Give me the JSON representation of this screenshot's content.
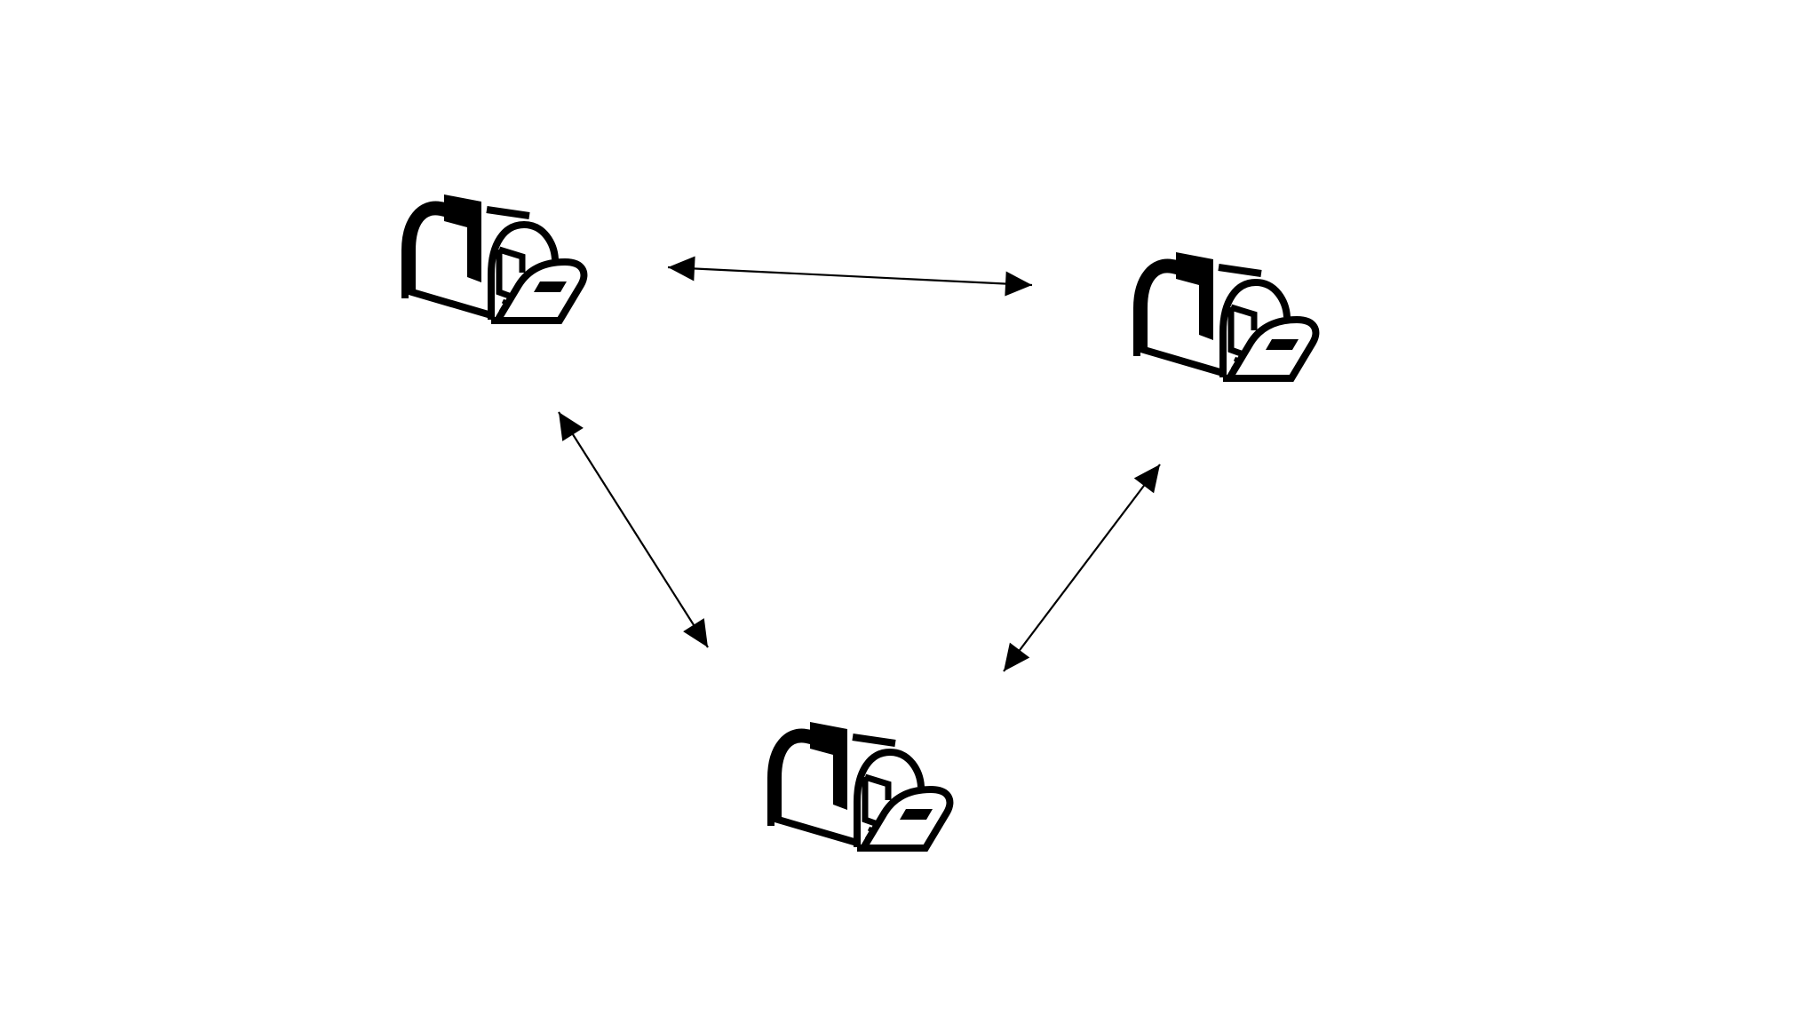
{
  "diagram": {
    "nodes": [
      {
        "id": "mailbox-top-left",
        "icon": "mailbox-icon"
      },
      {
        "id": "mailbox-top-right",
        "icon": "mailbox-icon"
      },
      {
        "id": "mailbox-bottom",
        "icon": "mailbox-icon"
      }
    ],
    "edges": [
      {
        "from": "mailbox-top-left",
        "to": "mailbox-top-right",
        "direction": "bidirectional"
      },
      {
        "from": "mailbox-top-left",
        "to": "mailbox-bottom",
        "direction": "bidirectional"
      },
      {
        "from": "mailbox-top-right",
        "to": "mailbox-bottom",
        "direction": "bidirectional"
      }
    ],
    "colors": {
      "stroke": "#000000",
      "background": "#ffffff"
    }
  }
}
